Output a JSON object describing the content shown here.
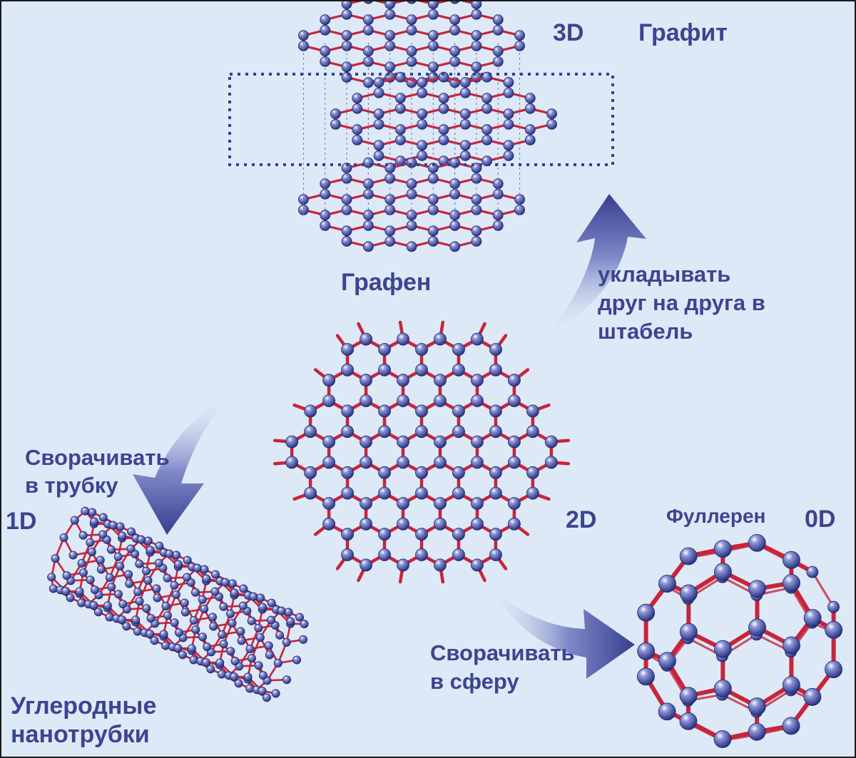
{
  "labels": {
    "graphite_dim": "3D",
    "graphite": "Графит",
    "graphene": "Графен",
    "graphene_dim": "2D",
    "stack_action": [
      "укладывать",
      "друг на друга в",
      "штабель"
    ],
    "tube_action": [
      "Сворачивать",
      "в трубку"
    ],
    "tube_dim": "1D",
    "nanotubes": [
      "Углеродные",
      "нанотрубки"
    ],
    "sphere_action": [
      "Сворачивать",
      "в сферу"
    ],
    "fullerene": "Фуллерен",
    "fullerene_dim": "0D"
  },
  "colors": {
    "background": "#dde9f6",
    "bond": "#c8243a",
    "atom": "#4a55a8",
    "text": "#3b4591",
    "arrow": "#3c4596"
  }
}
